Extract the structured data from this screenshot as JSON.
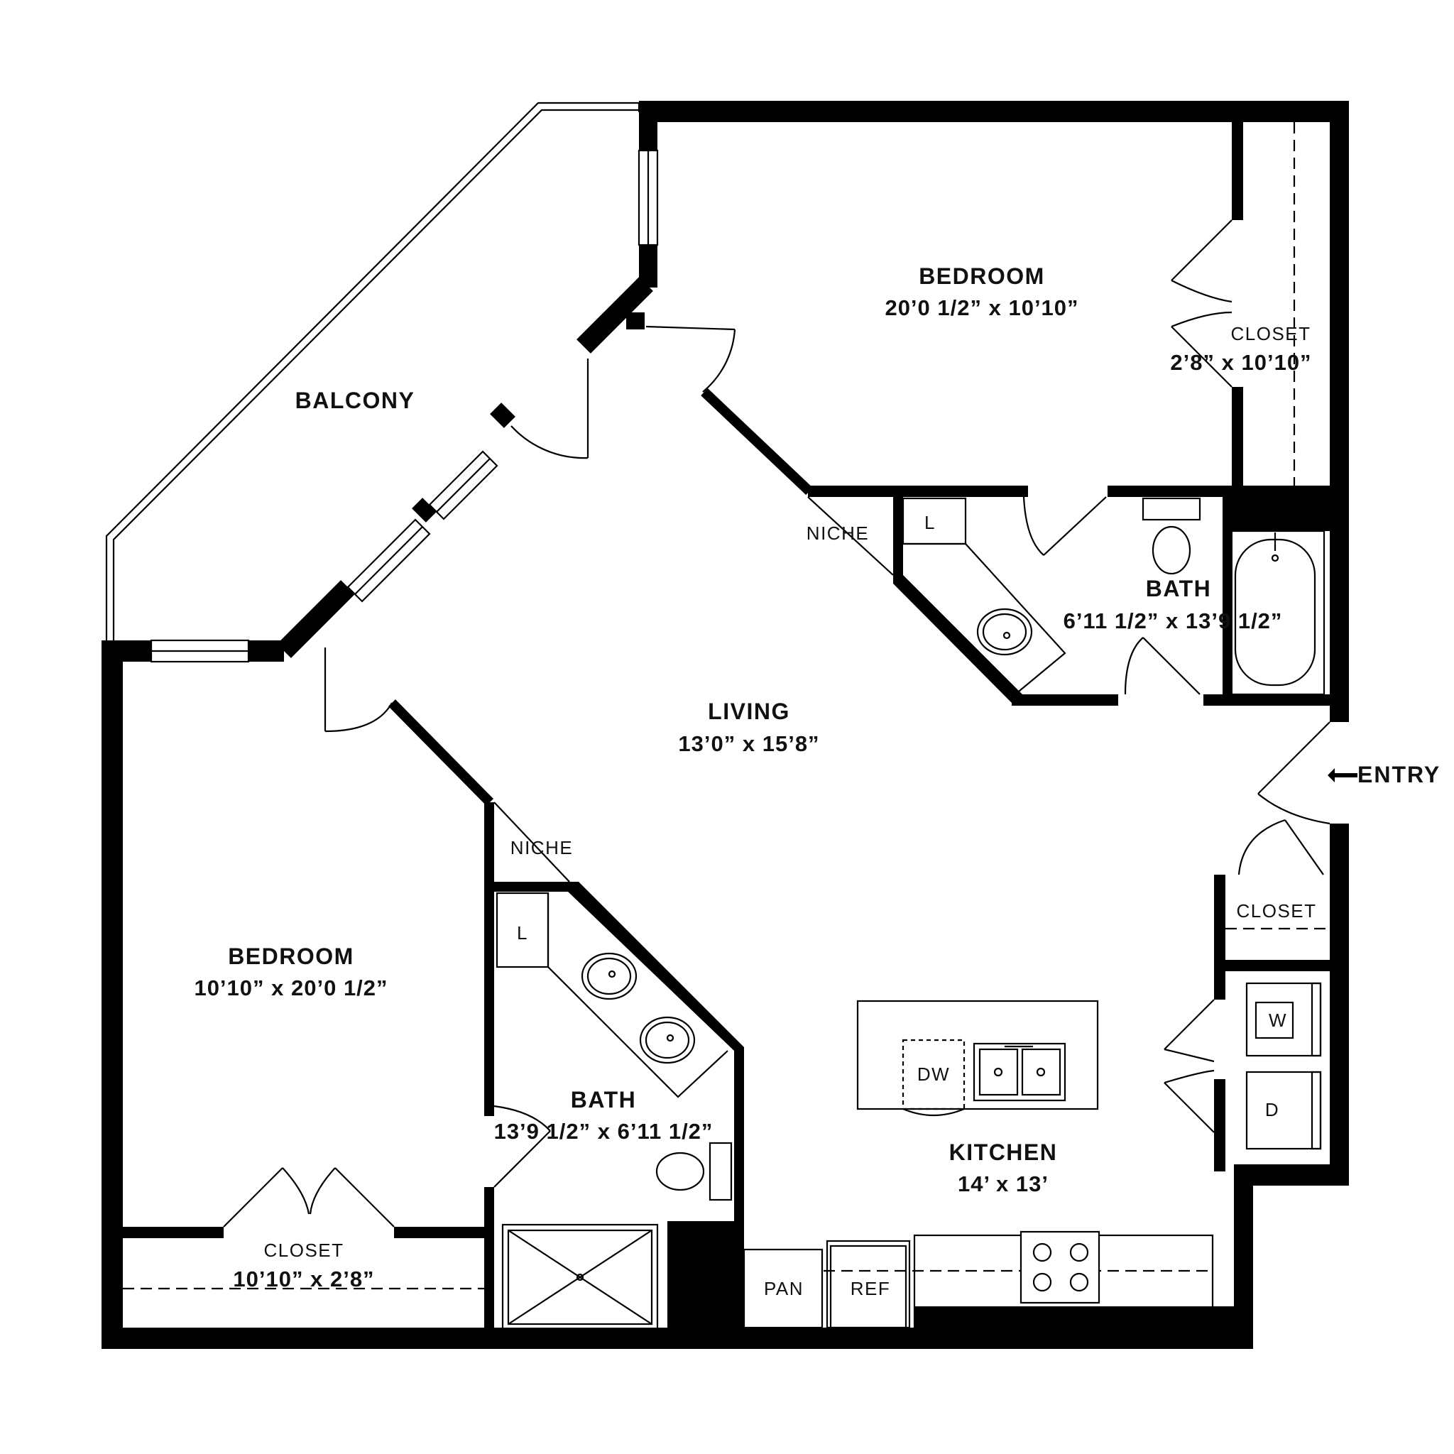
{
  "rooms": {
    "bedroom_top": {
      "name": "BEDROOM",
      "dims": "20’0 1/2” x 10’10”"
    },
    "closet_top": {
      "name": "CLOSET",
      "dims": "2’8” x 10’10”"
    },
    "balcony": {
      "name": "BALCONY"
    },
    "niche_top": {
      "name": "NICHE"
    },
    "bath_top": {
      "name": "BATH",
      "dims": "6’11 1/2” x 13’9 1/2”"
    },
    "linen_top": {
      "name": "L"
    },
    "living": {
      "name": "LIVING",
      "dims": "13’0” x 15’8”"
    },
    "niche_bottom": {
      "name": "NICHE"
    },
    "bedroom_bottom": {
      "name": "BEDROOM",
      "dims": "10’10” x 20’0 1/2”"
    },
    "linen_bottom": {
      "name": "L"
    },
    "bath_bottom": {
      "name": "BATH",
      "dims": "13’9 1/2” x  6’11 1/2”"
    },
    "closet_bottom": {
      "name": "CLOSET",
      "dims": "10’10” x 2’8”"
    },
    "closet_entry": {
      "name": "CLOSET"
    },
    "kitchen": {
      "name": "KITCHEN",
      "dims": "14’ x 13’"
    }
  },
  "fixtures": {
    "dishwasher": "DW",
    "washer": "W",
    "dryer": "D",
    "pantry": "PAN",
    "refrigerator": "REF"
  },
  "entry": {
    "label": "ENTRY",
    "arrow": "left-arrow"
  }
}
